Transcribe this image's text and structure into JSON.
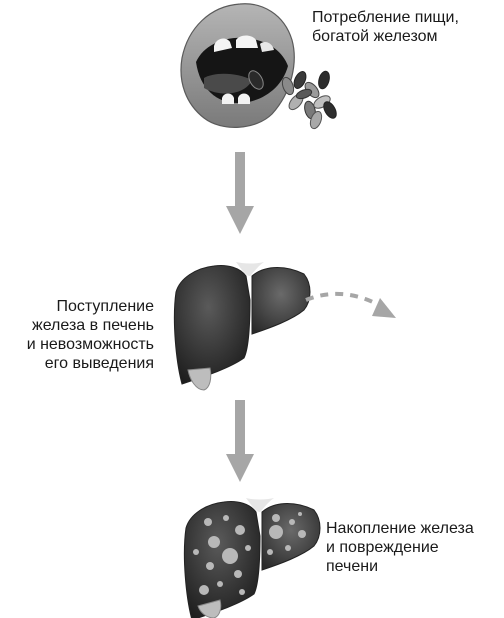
{
  "steps": [
    {
      "id": "intake",
      "label_lines": [
        "Потребление пищи,",
        "богатой железом"
      ]
    },
    {
      "id": "uptake",
      "label_lines": [
        "Поступление",
        "железа в печень",
        "и невозможность",
        "его выведения"
      ]
    },
    {
      "id": "accumulation",
      "label_lines": [
        "Накопление железа",
        "и повреждение",
        "печени"
      ]
    }
  ],
  "colors": {
    "arrow": "#a6a6a6",
    "liver_dark": "#3a3a3a",
    "liver_light": "#6e6e6e",
    "mouth_skin": "#9a9a9a",
    "spots": "#b8b8b8"
  },
  "icons": {
    "mouth": "open-mouth-eating-icon",
    "seeds": "iron-rich-seeds-icon",
    "liver": "liver-icon",
    "damaged_liver": "damaged-liver-icon",
    "excretion_arrow": "blocked-excretion-arrow-icon"
  }
}
